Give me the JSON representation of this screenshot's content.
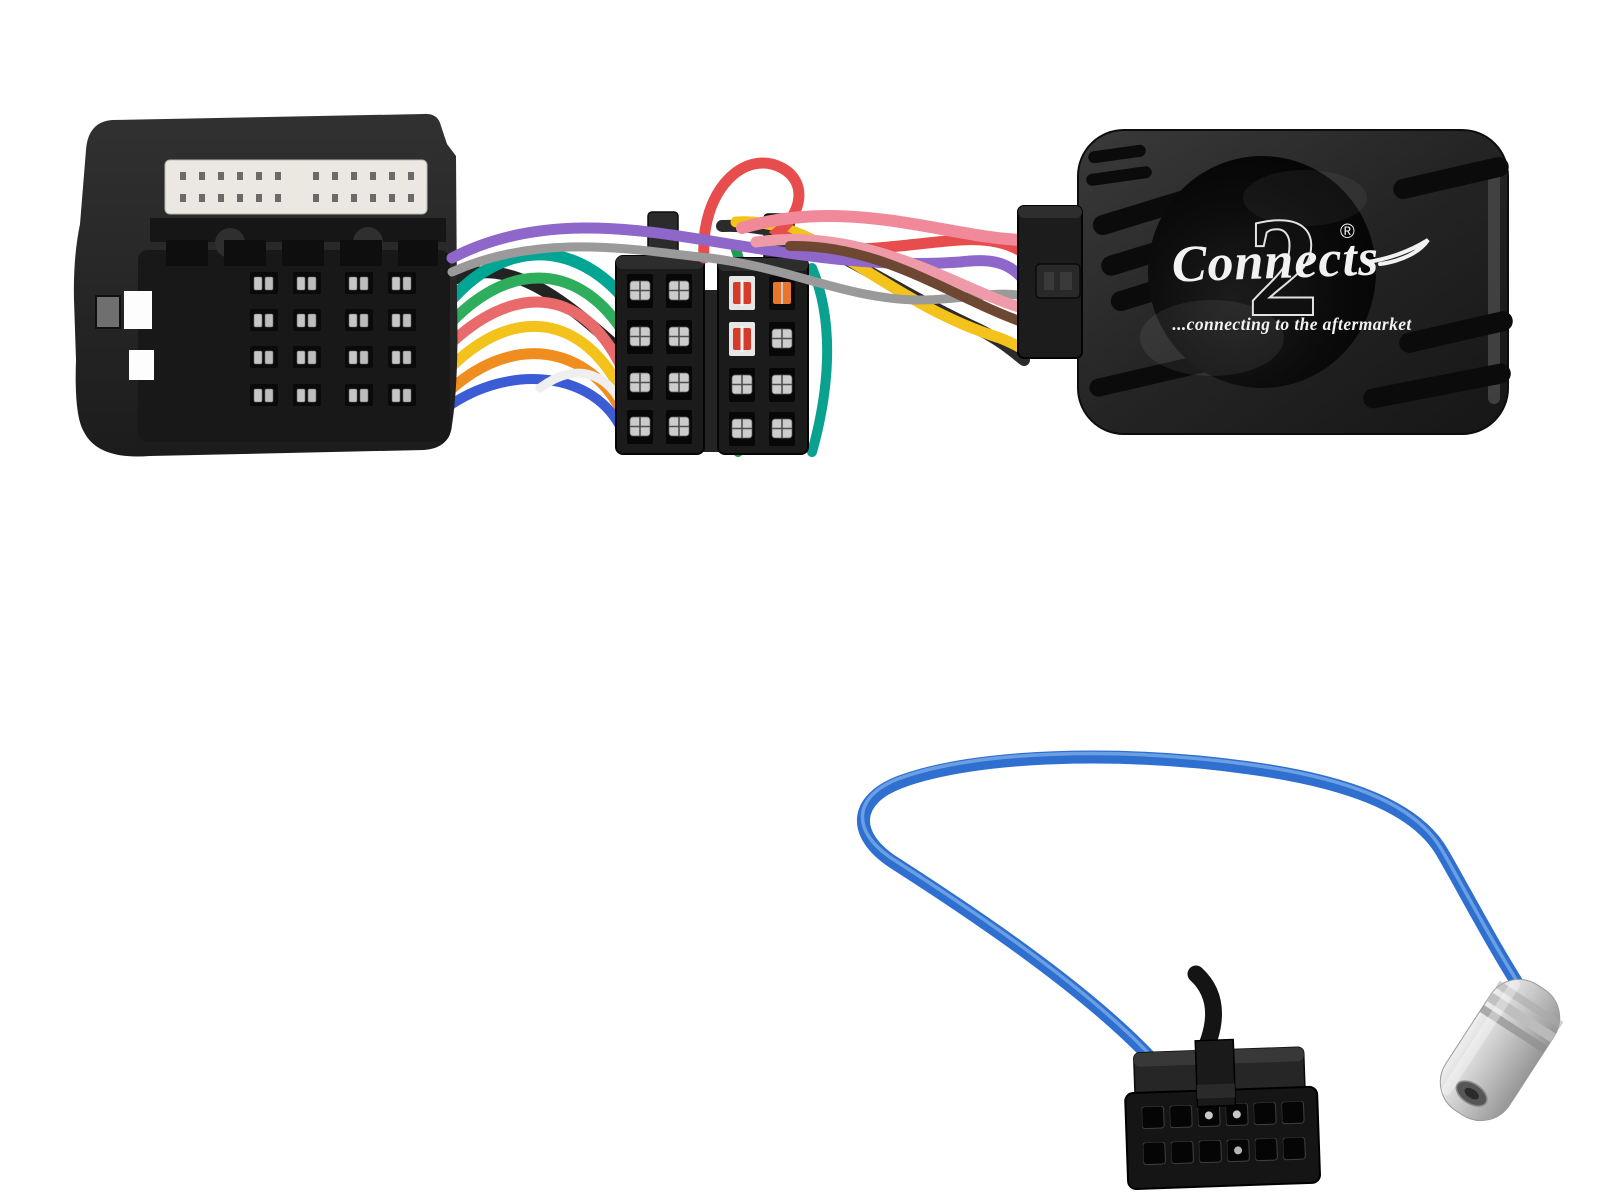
{
  "logo": {
    "brand_script": "Connects",
    "brand_numeral": "2",
    "registered": "®",
    "tagline": "...connecting to the aftermarket"
  },
  "colors": {
    "background": "#ffffff",
    "plastic_dark": "#1e1e1e",
    "plastic_mid": "#2c2c2c",
    "pin_strip_white": "#eae8e1",
    "metal_pin": "#c6c6c6",
    "antenna_cable_blue": "#2e6fd0",
    "antenna_cable_highlight": "#7fb0ea",
    "antenna_plug_silver": "#c9c9c9",
    "logo_white": "#f2f2f2",
    "left_harness_wires": [
      "#00a693",
      "#2eae5c",
      "#232323",
      "#e96a6a",
      "#f3c21b",
      "#ef8d1f",
      "#3c5cd6",
      "#efefef",
      "#1f9e52",
      "#0aa191"
    ],
    "right_harness_wires": [
      "#8f66c9",
      "#9a9a9a",
      "#e84d4d",
      "#f08a9b",
      "#ef9aa8",
      "#f3c21b",
      "#2b2b2b",
      "#6e4732"
    ]
  }
}
